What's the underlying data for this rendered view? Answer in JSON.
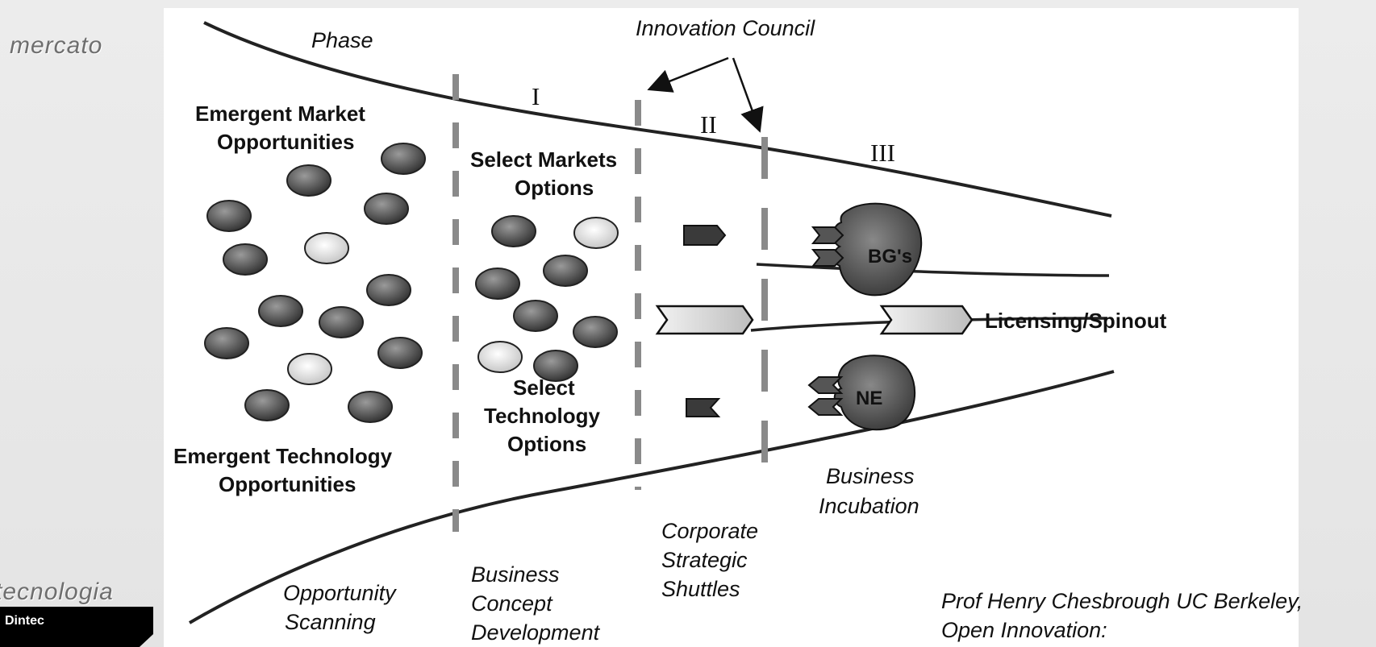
{
  "side": {
    "top_label": "mercato",
    "bottom_label": "tecnologia",
    "logo_text": "Dintec"
  },
  "diagram": {
    "header": {
      "phase": "Phase",
      "council": "Innovation Council"
    },
    "phases": {
      "one": "I",
      "two": "II",
      "three": "III"
    },
    "left": {
      "market_line1": "Emergent Market",
      "market_line2": "Opportunities",
      "tech_line1": "Emergent Technology",
      "tech_line2": "Opportunities"
    },
    "middle": {
      "markets_line1": "Select Markets",
      "markets_line2": "Options",
      "tech_line1": "Select",
      "tech_line2": "Technology",
      "tech_line3": "Options"
    },
    "outcomes": {
      "bg": "BG's",
      "ne": "NE",
      "licensing": "Licensing/Spinout"
    },
    "stages": {
      "scanning_line1": "Opportunity",
      "scanning_line2": "Scanning",
      "concept_line1": "Business",
      "concept_line2": "Concept",
      "concept_line3": "Development",
      "shuttles_line1": "Corporate",
      "shuttles_line2": "Strategic",
      "shuttles_line3": "Shuttles",
      "incubation_line1": "Business",
      "incubation_line2": "Incubation"
    },
    "credit": {
      "line1": "Prof Henry Chesbrough UC Berkeley,",
      "line2": "Open Innovation:"
    }
  },
  "colors": {
    "dark_dot": "#4a4a4a",
    "light_dot": "#e6e6e6",
    "line": "#222222"
  }
}
